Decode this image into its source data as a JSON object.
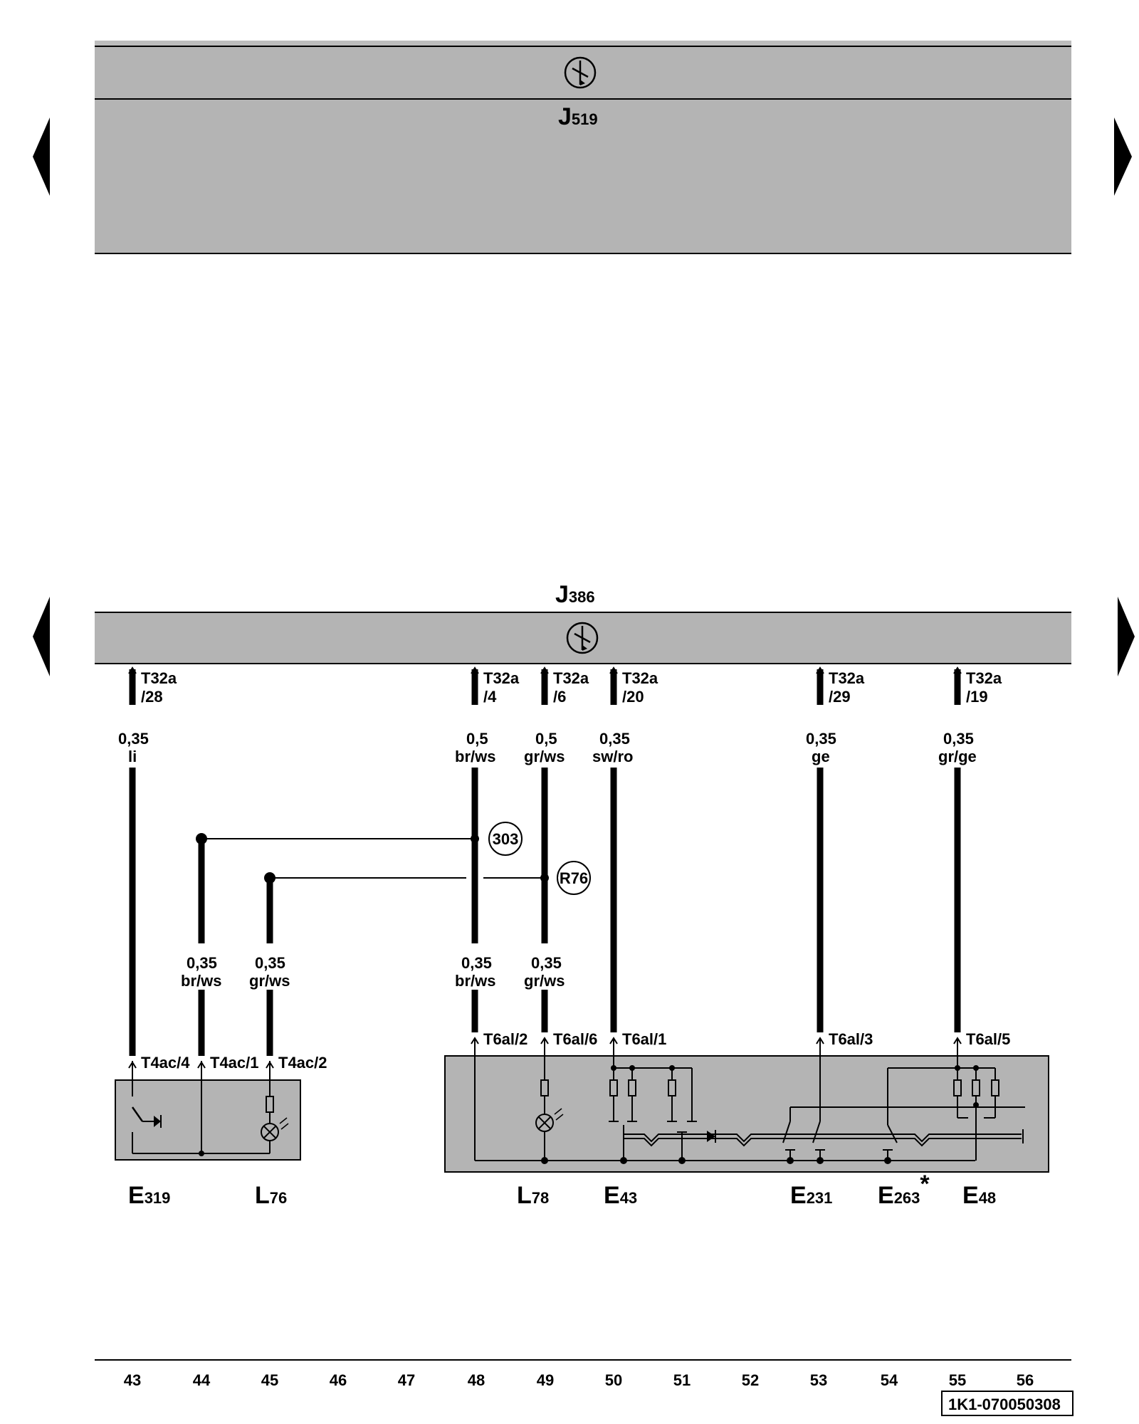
{
  "upper_module": {
    "name": "J",
    "sub": "519"
  },
  "lower_module": {
    "name": "J",
    "sub": "386"
  },
  "wires": [
    {
      "id": "w1",
      "conn_top": [
        "T32a",
        "/28"
      ],
      "size": "0,35",
      "color": "li",
      "conn_bottom": "T4ac/4"
    },
    {
      "id": "w2",
      "conn_top": [
        "T32a",
        "/4"
      ],
      "size": "0,5",
      "color": "br/ws",
      "conn_bottom": "T6al/2"
    },
    {
      "id": "w3",
      "conn_top": [
        "T32a",
        "/6"
      ],
      "size": "0,5",
      "color": "gr/ws",
      "conn_bottom": "T6al/6"
    },
    {
      "id": "w4",
      "conn_top": [
        "T32a",
        "/20"
      ],
      "size": "0,35",
      "color": "sw/ro",
      "conn_bottom": "T6al/1"
    },
    {
      "id": "w5",
      "conn_top": [
        "T32a",
        "/29"
      ],
      "size": "0,35",
      "color": "ge",
      "conn_bottom": "T6al/3"
    },
    {
      "id": "w6",
      "conn_top": [
        "T32a",
        "/19"
      ],
      "size": "0,35",
      "color": "gr/ge",
      "conn_bottom": "T6al/5"
    }
  ],
  "branch_wires": [
    {
      "id": "b1",
      "size": "0,35",
      "color": "br/ws",
      "conn_bottom": "T4ac/1"
    },
    {
      "id": "b2",
      "size": "0,35",
      "color": "gr/ws",
      "conn_bottom": "T4ac/2"
    }
  ],
  "lower_labels": [
    {
      "id": "l2",
      "size": "0,35",
      "color": "br/ws"
    },
    {
      "id": "l3",
      "size": "0,35",
      "color": "gr/ws"
    }
  ],
  "junctions": [
    "303",
    "R76"
  ],
  "components": [
    {
      "name": "E",
      "sub": "319",
      "star": ""
    },
    {
      "name": "L",
      "sub": "76",
      "star": ""
    },
    {
      "name": "L",
      "sub": "78",
      "star": ""
    },
    {
      "name": "E",
      "sub": "43",
      "star": ""
    },
    {
      "name": "E",
      "sub": "231",
      "star": ""
    },
    {
      "name": "E",
      "sub": "263",
      "star": "*"
    },
    {
      "name": "E",
      "sub": "48",
      "star": ""
    }
  ],
  "columns": [
    "43",
    "44",
    "45",
    "46",
    "47",
    "48",
    "49",
    "50",
    "51",
    "52",
    "53",
    "54",
    "55",
    "56"
  ],
  "doc_code": "1K1-070050308"
}
